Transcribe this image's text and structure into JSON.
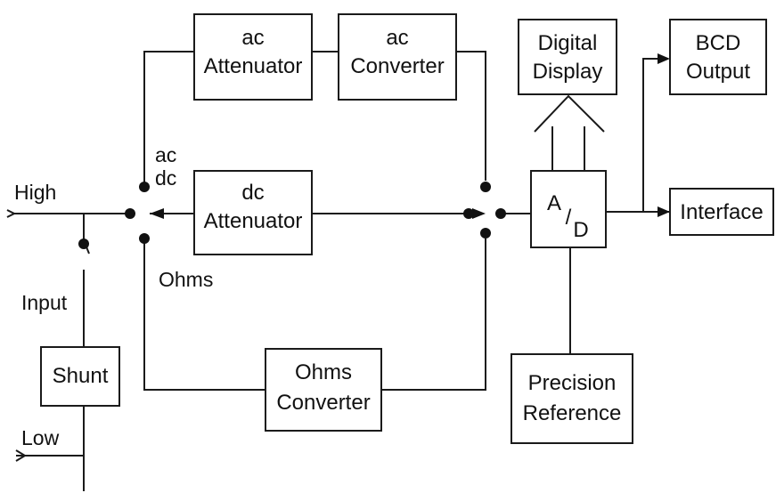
{
  "blocks": {
    "ac_attenuator": [
      "ac",
      "Attenuator"
    ],
    "ac_converter": [
      "ac",
      "Converter"
    ],
    "dc_attenuator": [
      "dc",
      "Attenuator"
    ],
    "ohms_converter": [
      "Ohms",
      "Converter"
    ],
    "digital_display": [
      "Digital",
      "Display"
    ],
    "bcd_output": [
      "BCD",
      "Output"
    ],
    "interface": "Interface",
    "precision_reference": [
      "Precision",
      "Reference"
    ],
    "shunt": "Shunt",
    "ad_converter": {
      "a": "A",
      "slash": "/",
      "d": "D"
    }
  },
  "labels": {
    "high": "High",
    "low": "Low",
    "input": "Input",
    "switch_ac": "ac",
    "switch_dc": "dc",
    "switch_ohms": "Ohms"
  }
}
